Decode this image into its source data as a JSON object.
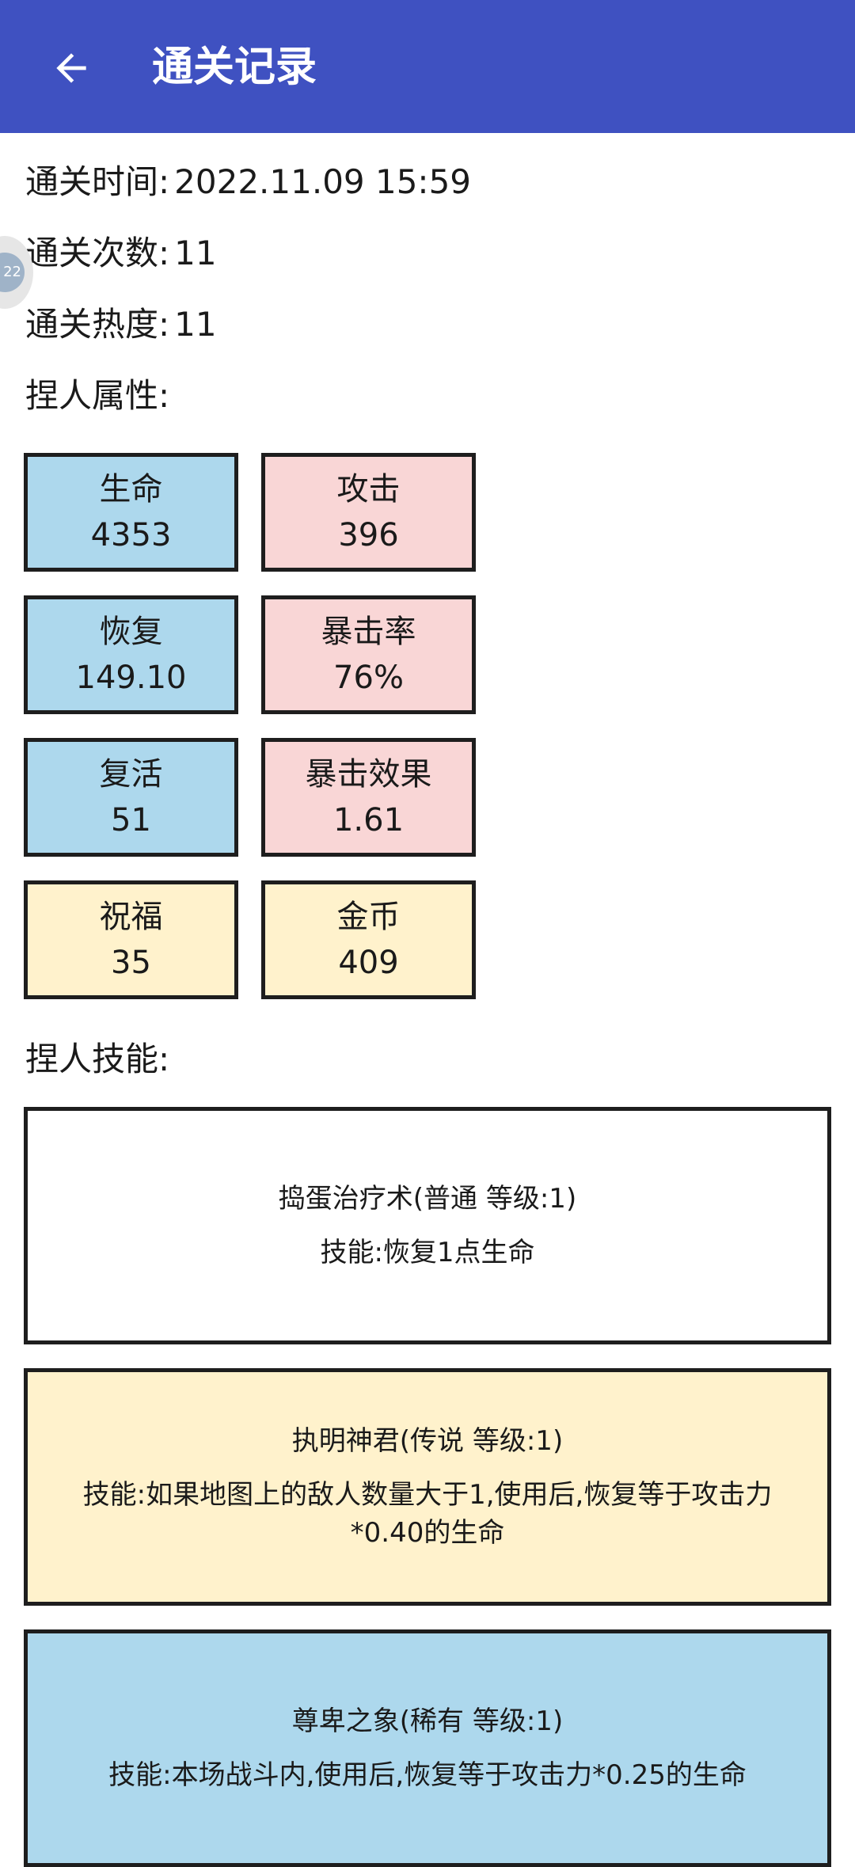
{
  "header": {
    "title": "通关记录",
    "back_icon": "arrow-left-icon",
    "bg_color": "#3f51c1"
  },
  "record": {
    "time_label": "通关时间:",
    "time_value": "2022.11.09 15:59",
    "count_label": "通关次数:",
    "count_value": "11",
    "heat_label": "通关热度:",
    "heat_value": "11",
    "attr_title": "捏人属性:",
    "skill_title": "捏人技能:"
  },
  "bubble": {
    "text": "22"
  },
  "stats": [
    {
      "name": "生命",
      "value": "4353",
      "color": "#add8ed"
    },
    {
      "name": "攻击",
      "value": "396",
      "color": "#f9d6d6"
    },
    {
      "name": "恢复",
      "value": "149.10",
      "color": "#add8ed"
    },
    {
      "name": "暴击率",
      "value": "76%",
      "color": "#f9d6d6"
    },
    {
      "name": "复活",
      "value": "51",
      "color": "#add8ed"
    },
    {
      "name": "暴击效果",
      "value": "1.61",
      "color": "#f9d6d6"
    },
    {
      "name": "祝福",
      "value": "35",
      "color": "#fff2cc"
    },
    {
      "name": "金币",
      "value": "409",
      "color": "#fff2cc"
    }
  ],
  "skills": [
    {
      "name": "捣蛋治疗术(普通 等级:1)",
      "desc": "技能:恢复1点生命",
      "color": "#ffffff"
    },
    {
      "name": "执明神君(传说 等级:1)",
      "desc": "技能:如果地图上的敌人数量大于1,使用后,恢复等于攻击力*0.40的生命",
      "color": "#fff2cc"
    },
    {
      "name": "尊卑之象(稀有 等级:1)",
      "desc": "技能:本场战斗内,使用后,恢复等于攻击力*0.25的生命",
      "color": "#add8ed"
    }
  ]
}
